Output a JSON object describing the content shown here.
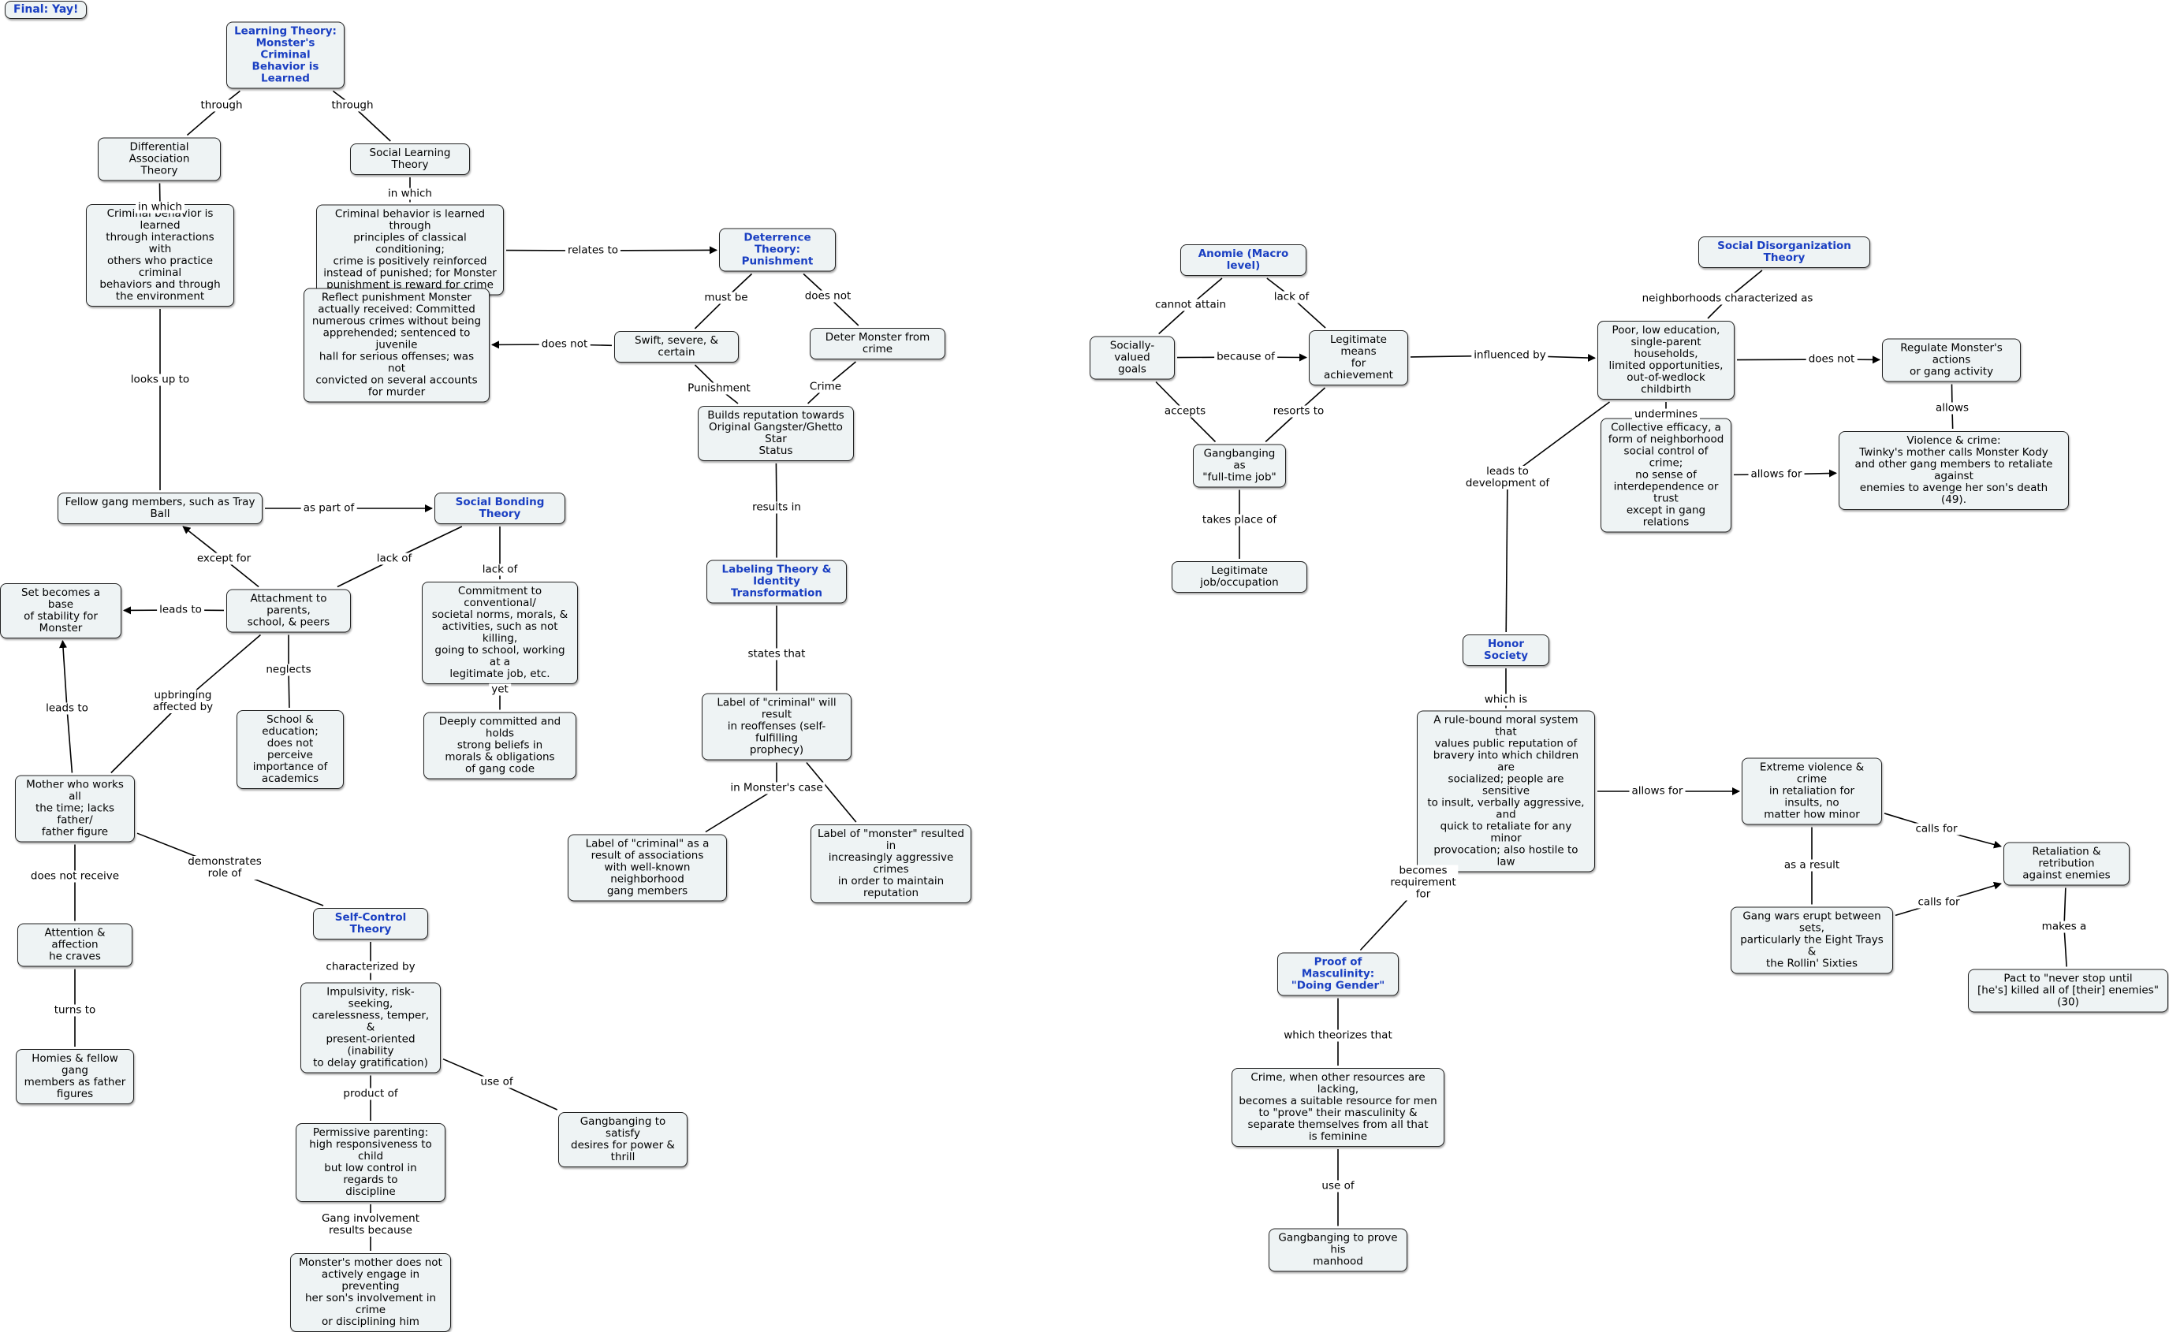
{
  "title": "Final: Yay!",
  "nodes": [
    {
      "id": "learning",
      "text": "Learning Theory:\nMonster's Criminal\nBehavior is Learned",
      "theory": true
    },
    {
      "id": "dat",
      "text": "Differential Association\nTheory"
    },
    {
      "id": "slt",
      "text": "Social Learning Theory"
    },
    {
      "id": "crim_learned",
      "text": "Criminal behavior is learned\nthrough interactions with\nothers who practice criminal\nbehaviors and through\nthe environment"
    },
    {
      "id": "crim_conditioning",
      "text": "Criminal behavior is learned through\nprinciples of classical conditioning;\ncrime is positively reinforced\ninstead of punished; for Monster\npunishment is reward for crime"
    },
    {
      "id": "deterrence",
      "text": "Deterrence Theory:\nPunishment",
      "theory": true
    },
    {
      "id": "swift",
      "text": "Swift, severe, & certain"
    },
    {
      "id": "deter",
      "text": "Deter Monster from crime"
    },
    {
      "id": "reflect",
      "text": "Reflect punishment Monster\nactually received: Committed\nnumerous crimes without being\napprehended; sentenced to juvenile\nhall for serious offenses; was not\nconvicted on several accounts\nfor murder"
    },
    {
      "id": "builds",
      "text": "Builds reputation towards\nOriginal Gangster/Ghetto Star\nStatus"
    },
    {
      "id": "labeling",
      "text": "Labeling Theory &\nIdentity Transformation",
      "theory": true
    },
    {
      "id": "label_criminal",
      "text": "Label of \"criminal\" will result\nin reoffenses (self-fulfilling\nprophecy)"
    },
    {
      "id": "label_assoc",
      "text": "Label of \"criminal\" as a\nresult of associations\nwith well-known neighborhood\ngang members"
    },
    {
      "id": "label_monster",
      "text": "Label of \"monster\" resulted in\nincreasingly aggressive crimes\nin order to maintain reputation"
    },
    {
      "id": "fellow",
      "text": "Fellow gang members, such as Tray Ball"
    },
    {
      "id": "bonding",
      "text": "Social Bonding Theory",
      "theory": true
    },
    {
      "id": "attachment",
      "text": "Attachment to parents,\nschool, & peers"
    },
    {
      "id": "base",
      "text": "Set becomes a base\nof stability for Monster"
    },
    {
      "id": "commitment",
      "text": "Commitment to conventional/\nsocietal norms, morals, &\nactivities, such as not killing,\ngoing to school, working at a\nlegitimate job, etc."
    },
    {
      "id": "deeply",
      "text": "Deeply committed and holds\nstrong beliefs in\nmorals & obligations\nof gang code"
    },
    {
      "id": "school",
      "text": "School & education;\ndoes not perceive\nimportance of\nacademics"
    },
    {
      "id": "mother",
      "text": "Mother who works all\nthe time; lacks father/\nfather figure"
    },
    {
      "id": "attention",
      "text": "Attention & affection\nhe craves"
    },
    {
      "id": "homies",
      "text": "Homies & fellow gang\nmembers as father\nfigures"
    },
    {
      "id": "selfcontrol",
      "text": "Self-Control Theory",
      "theory": true
    },
    {
      "id": "impulsivity",
      "text": "Impulsivity, risk-seeking,\ncarelessness, temper, &\npresent-oriented (inability\nto delay gratification)"
    },
    {
      "id": "permissive",
      "text": "Permissive parenting:\nhigh responsiveness to child\nbut low control in regards to\ndiscipline"
    },
    {
      "id": "gangbang_power",
      "text": "Gangbanging to satisfy\ndesires for power & thrill"
    },
    {
      "id": "mother_not",
      "text": "Monster's mother does not\nactively engage in preventing\nher son's involvement in crime\nor disciplining him"
    },
    {
      "id": "anomie",
      "text": "Anomie (Macro level)",
      "theory": true
    },
    {
      "id": "goals",
      "text": "Socially-valued\ngoals"
    },
    {
      "id": "means",
      "text": "Legitimate means\nfor achievement"
    },
    {
      "id": "fulltime",
      "text": "Gangbanging as\n\"full-time job\""
    },
    {
      "id": "legit_job",
      "text": "Legitimate job/occupation"
    },
    {
      "id": "disorg",
      "text": "Social Disorganization Theory",
      "theory": true
    },
    {
      "id": "poor",
      "text": "Poor, low education,\nsingle-parent households,\nlimited opportunities,\nout-of-wedlock childbirth"
    },
    {
      "id": "regulate",
      "text": "Regulate Monster's actions\nor gang activity"
    },
    {
      "id": "efficacy",
      "text": "Collective efficacy, a\nform of neighborhood\nsocial control of crime;\nno sense of\ninterdependence or trust\nexcept in gang relations"
    },
    {
      "id": "violence",
      "text": "Violence & crime:\nTwinky's mother calls Monster Kody\nand other gang members to retaliate against\nenemies to avenge her son's death (49)."
    },
    {
      "id": "honor",
      "text": "Honor Society",
      "theory": true
    },
    {
      "id": "rulebound",
      "text": "A rule-bound moral system that\nvalues public reputation of\nbravery into which children are\nsocialized; people are sensitive\nto insult, verbally aggressive, and\nquick to retaliate for any minor\nprovocation; also hostile to law"
    },
    {
      "id": "extreme",
      "text": "Extreme violence & crime\nin retaliation for insults, no\nmatter how minor"
    },
    {
      "id": "retaliation",
      "text": "Retaliation & retribution\nagainst enemies"
    },
    {
      "id": "gangwars",
      "text": "Gang wars erupt between sets,\nparticularly the Eight Trays &\nthe Rollin' Sixties"
    },
    {
      "id": "pact",
      "text": "Pact to \"never stop until\n[he's] killed all of [their] enemies\" (30)"
    },
    {
      "id": "masculinity",
      "text": "Proof of Masculinity:\n\"Doing Gender\"",
      "theory": true
    },
    {
      "id": "crime_resource",
      "text": "Crime, when other resources are lacking,\nbecomes a suitable resource for men\nto \"prove\" their masculinity &\nseparate themselves from all that\nis feminine"
    },
    {
      "id": "gangbang_manhood",
      "text": "Gangbanging to prove his\nmanhood"
    }
  ],
  "links": [
    {
      "id": "l1",
      "text": "through"
    },
    {
      "id": "l2",
      "text": "through"
    },
    {
      "id": "l3",
      "text": "in which"
    },
    {
      "id": "l4",
      "text": "in which"
    },
    {
      "id": "l5",
      "text": "relates to"
    },
    {
      "id": "l6",
      "text": "must be"
    },
    {
      "id": "l7",
      "text": "does not"
    },
    {
      "id": "l8",
      "text": "does not"
    },
    {
      "id": "l9",
      "text": "Punishment"
    },
    {
      "id": "l10",
      "text": "Crime"
    },
    {
      "id": "l11",
      "text": "results in"
    },
    {
      "id": "l12",
      "text": "states that"
    },
    {
      "id": "l13",
      "text": "in Monster's case"
    },
    {
      "id": "l14",
      "text": "looks up to"
    },
    {
      "id": "l15",
      "text": "as part of"
    },
    {
      "id": "l16",
      "text": "except for"
    },
    {
      "id": "l17",
      "text": "lack of"
    },
    {
      "id": "l18",
      "text": "lack of"
    },
    {
      "id": "l19",
      "text": "leads to"
    },
    {
      "id": "l20",
      "text": "yet"
    },
    {
      "id": "l21",
      "text": "neglects"
    },
    {
      "id": "l22",
      "text": "upbringing\naffected by"
    },
    {
      "id": "l23",
      "text": "leads to"
    },
    {
      "id": "l24",
      "text": "does not receive"
    },
    {
      "id": "l25",
      "text": "turns to"
    },
    {
      "id": "l26",
      "text": "demonstrates\nrole of"
    },
    {
      "id": "l27",
      "text": "characterized by"
    },
    {
      "id": "l28",
      "text": "product of"
    },
    {
      "id": "l29",
      "text": "use of"
    },
    {
      "id": "l30",
      "text": "Gang involvement\nresults because"
    },
    {
      "id": "l31",
      "text": "cannot attain"
    },
    {
      "id": "l32",
      "text": "lack of"
    },
    {
      "id": "l33",
      "text": "because of"
    },
    {
      "id": "l34",
      "text": "accepts"
    },
    {
      "id": "l35",
      "text": "resorts to"
    },
    {
      "id": "l36",
      "text": "takes place of"
    },
    {
      "id": "l37",
      "text": "influenced by"
    },
    {
      "id": "l38",
      "text": "neighborhoods characterized as"
    },
    {
      "id": "l39",
      "text": "does not"
    },
    {
      "id": "l40",
      "text": "undermines"
    },
    {
      "id": "l41",
      "text": "allows"
    },
    {
      "id": "l42",
      "text": "allows for"
    },
    {
      "id": "l43",
      "text": "leads to\ndevelopment of"
    },
    {
      "id": "l44",
      "text": "which is"
    },
    {
      "id": "l45",
      "text": "allows for"
    },
    {
      "id": "l46",
      "text": "calls for"
    },
    {
      "id": "l47",
      "text": "as a result"
    },
    {
      "id": "l48",
      "text": "calls for"
    },
    {
      "id": "l49",
      "text": "makes a"
    },
    {
      "id": "l50",
      "text": "becomes\nrequirement\nfor"
    },
    {
      "id": "l51",
      "text": "which theorizes that"
    },
    {
      "id": "l52",
      "text": "use of"
    }
  ]
}
